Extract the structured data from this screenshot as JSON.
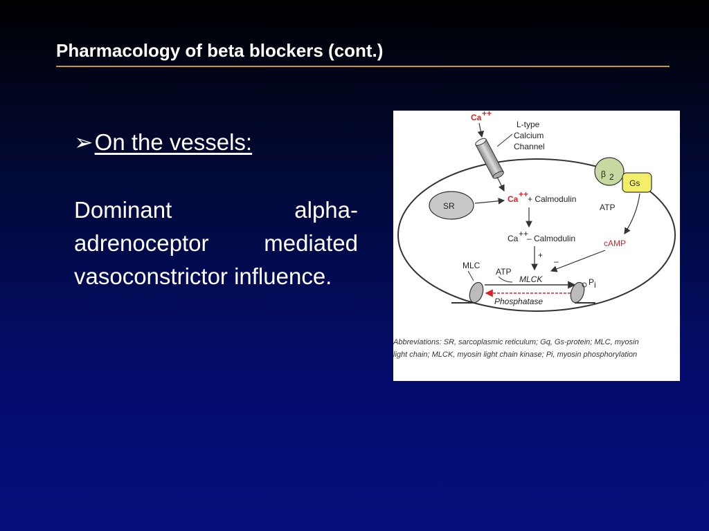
{
  "slide": {
    "title": "Pharmacology of beta blockers (cont.)",
    "bullet_marker": "➢",
    "bullet_heading": "On the vessels:",
    "body": "Dominant alpha-adrenoceptor mediated vasoconstrictor influence."
  },
  "diagram": {
    "ca_top": "Ca",
    "ca_sup": "++",
    "channel_label_1": "L-type",
    "channel_label_2": "Calcium",
    "channel_label_3": "Channel",
    "beta2": "β",
    "beta2_sub": "2",
    "gs": "Gs",
    "sr": "SR",
    "ca_mid": "Ca",
    "ca_mid_sup": "++",
    "plus_calmodulin": "+ Calmodulin",
    "atp_right": "ATP",
    "ca_complex": "Ca",
    "ca_complex_sup": "++",
    "complex_rest": "– Calmodulin",
    "camp": "cAMP",
    "plus_sign": "+",
    "minus_sign": "–",
    "mlc": "MLC",
    "atp_left": "ATP",
    "mlck": "MLCK",
    "pi": "P",
    "pi_sub": "i",
    "phosphatase": "Phosphatase",
    "abbrev_line1": "Abbreviations: SR, sarcoplasmic reticulum; Gq, Gs-protein; MLC, myosin",
    "abbrev_line2": "light chain; MLCK, myosin light chain kinase; Pi, myosin phosphorylation",
    "colors": {
      "red": "#d8242a",
      "gs_fill": "#f3ef6a",
      "beta_fill": "#c7d8a0",
      "grey_fill": "#c8c8c8"
    }
  }
}
